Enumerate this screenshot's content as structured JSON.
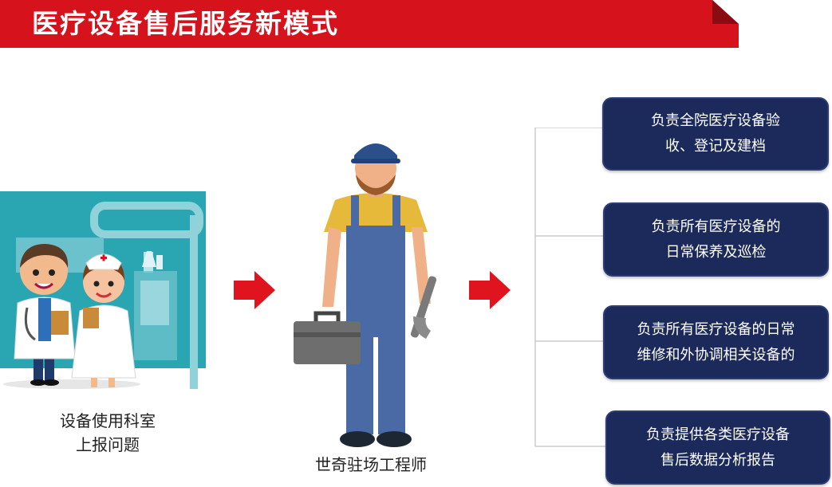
{
  "header": {
    "title": "医疗设备售后服务新模式"
  },
  "flow": {
    "step1": {
      "label_line1": "设备使用科室",
      "label_line2": "上报问题"
    },
    "step2": {
      "label": "世奇驻场工程师"
    }
  },
  "duties": [
    {
      "line1": "负责全院医疗设备验",
      "line2": "收、登记及建档"
    },
    {
      "line1": "负责所有医疗设备的",
      "line2": "日常保养及巡检"
    },
    {
      "line1": "负责所有医疗设备的日常",
      "line2": "维修和外协调相关设备的"
    },
    {
      "line1": "负责提供各类医疗设备",
      "line2": "售后数据分析报告"
    }
  ],
  "colors": {
    "brand_red": "#d6121c",
    "box_navy": "#1b2a5a",
    "arrow_red": "#e0141e"
  },
  "icons": {
    "doctors": "medical-staff-illustration",
    "engineer": "engineer-illustration",
    "arrow": "right-arrow-icon"
  }
}
